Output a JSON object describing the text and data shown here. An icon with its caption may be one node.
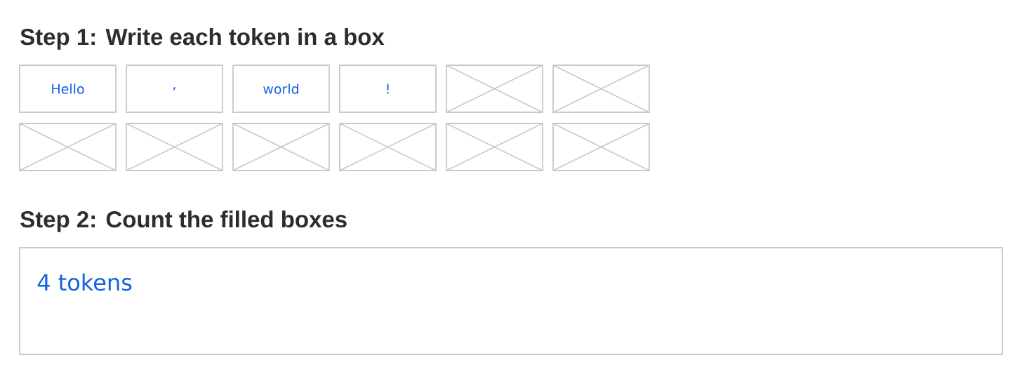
{
  "diagram": {
    "nodes": [
      {
        "text": [
          "Hello"
        ]
      },
      {
        "text": [
          ","
        ]
      },
      {
        "text": [
          "world"
        ]
      },
      {
        "text": [
          "!"
        ]
      },
      {
        "text": [],
        "shape": "box"
      },
      {
        "text": [],
        "shape": "box"
      },
      {
        "text": [],
        "shape": "box"
      },
      {
        "text": [],
        "shape": "box"
      },
      {
        "text": [],
        "shape": "box"
      },
      {
        "text": [],
        "shape": "box"
      },
      {
        "text": [],
        "shape": "box"
      },
      {
        "text": [],
        "shape": "box"
      },
      {
        "text": [
          "4 tokens"
        ]
      }
    ],
    "labels": [
      "Step 1: Write each token in a box",
      "Step 2: Count the filled boxes"
    ]
  }
}
